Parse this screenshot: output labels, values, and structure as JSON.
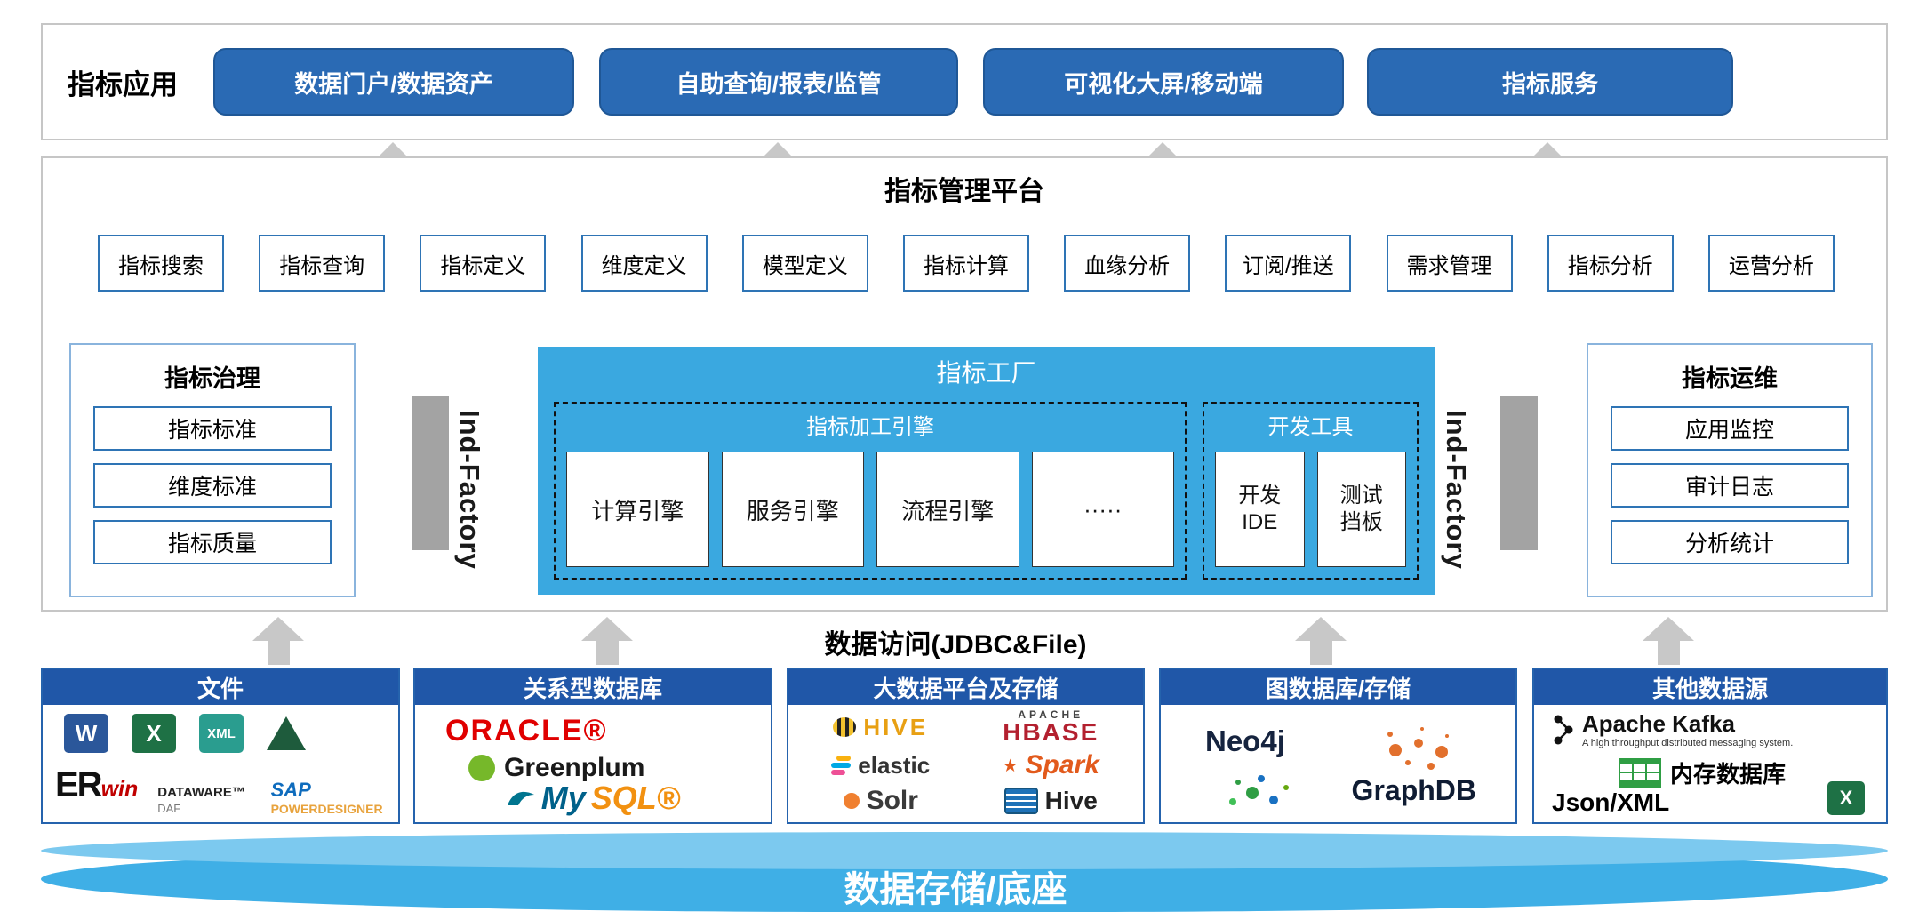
{
  "colors": {
    "button_blue": "#2a6ab4",
    "border_blue": "#2e74b5",
    "header_blue": "#2057a8",
    "factory_blue": "#3aa8e0",
    "arrow_gray": "#c8c8c8",
    "bar_gray": "#a3a3a3",
    "cylinder_blue": "#3fafe6"
  },
  "top": {
    "label": "指标应用",
    "buttons": [
      "数据门户/数据资产",
      "自助查询/报表/监管",
      "可视化大屏/移动端",
      "指标服务"
    ]
  },
  "platform": {
    "title": "指标管理平台",
    "modules": [
      "指标搜索",
      "指标查询",
      "指标定义",
      "维度定义",
      "模型定义",
      "指标计算",
      "血缘分析",
      "订阅/推送",
      "需求管理",
      "指标分析",
      "运营分析"
    ],
    "governance": {
      "title": "指标治理",
      "items": [
        "指标标准",
        "维度标准",
        "指标质量"
      ]
    },
    "factory": {
      "title": "指标工厂",
      "side_label": "Ind-Factory",
      "engine": {
        "title": "指标加工引擎",
        "items": [
          "计算引擎",
          "服务引擎",
          "流程引擎",
          "·····"
        ]
      },
      "devtools": {
        "title": "开发工具",
        "items": [
          {
            "line1": "开发",
            "line2": "IDE"
          },
          {
            "line1": "测试",
            "line2": "挡板"
          }
        ]
      }
    },
    "ops": {
      "title": "指标运维",
      "items": [
        "应用监控",
        "审计日志",
        "分析统计"
      ]
    }
  },
  "access_label": "数据访问(JDBC&File)",
  "sources": {
    "files": {
      "title": "文件",
      "word": "W",
      "excel": "X",
      "xml": "XML",
      "erwin_er": "ER",
      "erwin_win": "win",
      "dataware": "DATAWARE™",
      "dataware_suffix": "DAF",
      "sap": "SAP",
      "powerdesigner": "POWERDESIGNER"
    },
    "rdbms": {
      "title": "关系型数据库",
      "oracle": "ORACLE®",
      "greenplum": "Greenplum",
      "mysql_my": "My",
      "mysql_sql": "SQL®"
    },
    "bigdata": {
      "title": "大数据平台及存储",
      "hive_upper": "HIVE",
      "apache": "APACHE",
      "hbase": "HBASE",
      "elastic": "elastic",
      "spark": "Spark",
      "solr": "Solr",
      "hive": "Hive"
    },
    "graph": {
      "title": "图数据库/存储",
      "neo4j": "Neo4j",
      "graphdb": "GraphDB"
    },
    "other": {
      "title": "其他数据源",
      "kafka": "Apache Kafka",
      "kafka_tagline": "A high throughput distributed messaging system.",
      "memdb": "内存数据库",
      "jsonxml": "Json/XML",
      "excel": "X"
    }
  },
  "base": {
    "label": "数据存储/底座"
  }
}
